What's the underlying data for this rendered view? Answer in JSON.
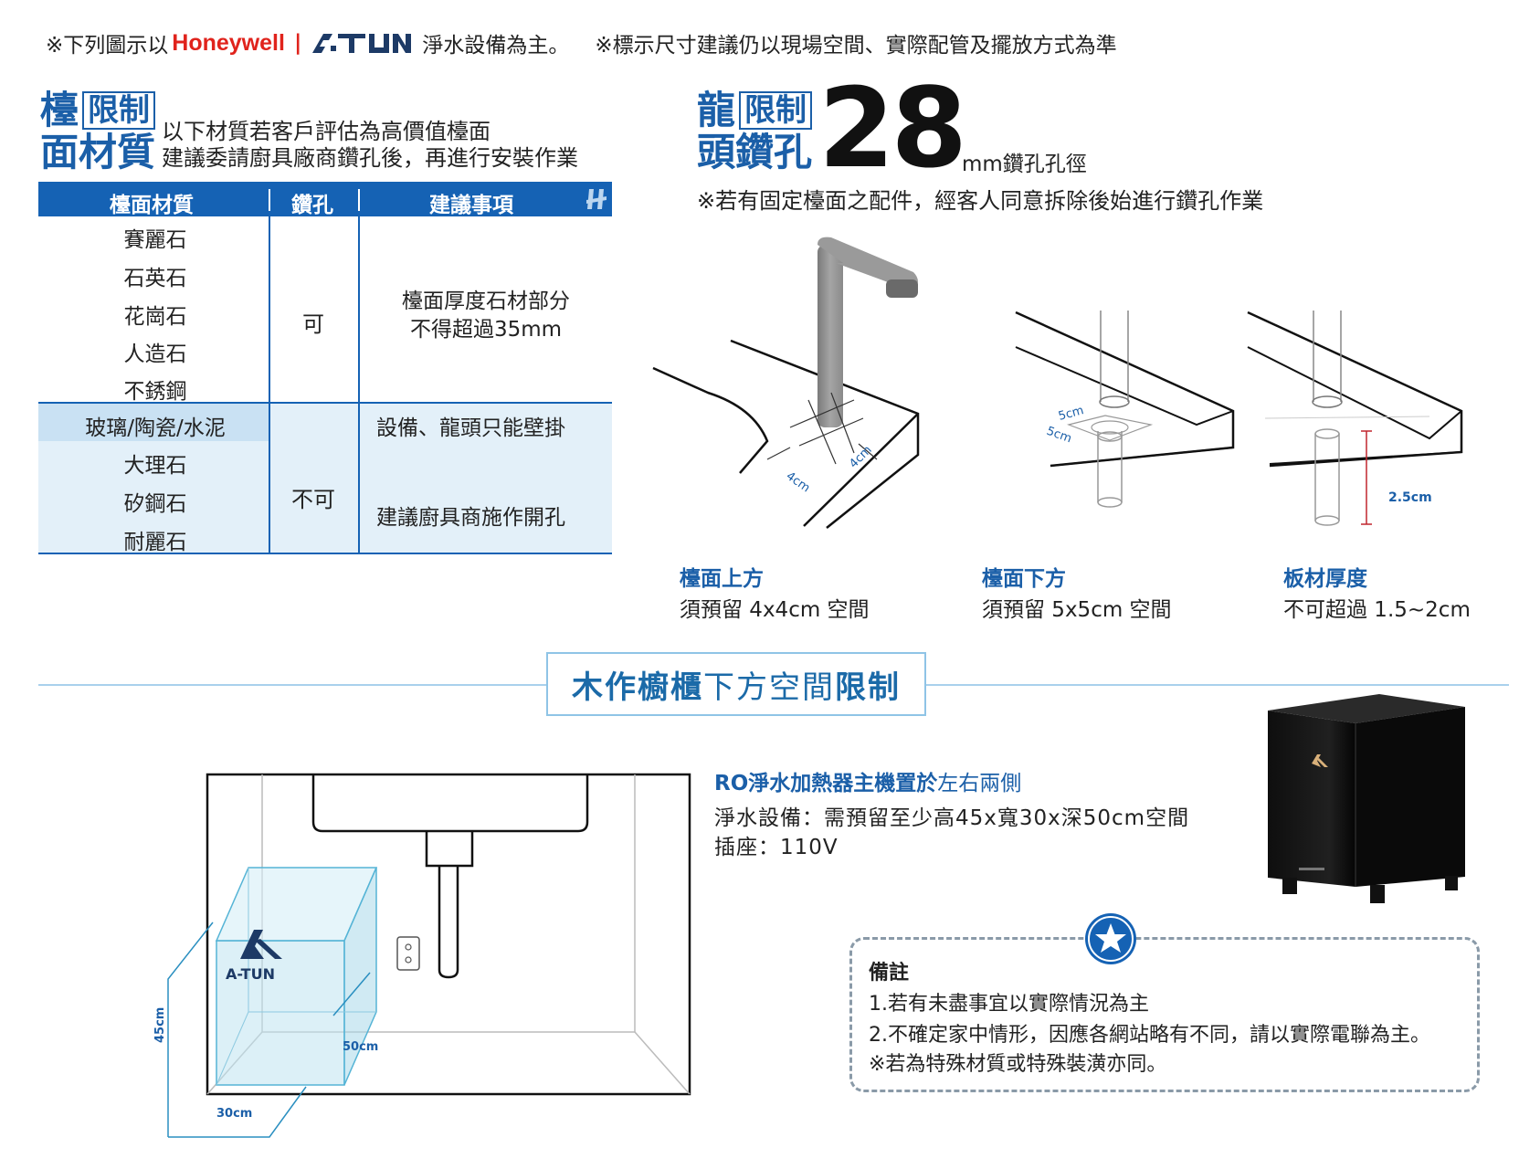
{
  "header": {
    "prefix": "※下列圖示以",
    "brand1": "Honeywell",
    "divider": "|",
    "brand2_logo": "A-TUN",
    "middle": "淨水設備為主。",
    "note": "※標示尺寸建議仍以現場空間、實際配管及擺放方式為準"
  },
  "counter": {
    "title_char1": "檯",
    "boxed": "限制",
    "title_line2": "面材質",
    "desc1": "以下材質若客戶評估為高價值檯面",
    "desc2": "建議委請廚具廠商鑽孔後，再進行安裝作業",
    "table": {
      "headers": [
        "檯面材質",
        "鑽孔",
        "建議事項"
      ],
      "group1": {
        "materials": [
          "賽麗石",
          "石英石",
          "花崗石",
          "人造石",
          "不銹鋼"
        ],
        "drill": "可",
        "advice1": "檯面厚度石材部分",
        "advice2": "不得超過35mm"
      },
      "group2": {
        "materials": [
          "玻璃/陶瓷/水泥",
          "大理石",
          "矽鋼石",
          "耐麗石"
        ],
        "drill": "不可",
        "advice1": "設備、龍頭只能壁掛",
        "advice2": "建議廚具商施作開孔"
      }
    }
  },
  "faucet": {
    "title_line1": "龍",
    "boxed": "限制",
    "title_line2": "頭鑽孔",
    "number": "28",
    "unit": "mm鑽孔孔徑",
    "note": "※若有固定檯面之配件，經客人同意拆除後始進行鑽孔作業",
    "dim_above_a": "4cm",
    "dim_above_b": "4cm",
    "dim_below_a": "5cm",
    "dim_below_b": "5cm",
    "dim_thick": "2.5cm",
    "captions": [
      {
        "title": "檯面上方",
        "text": "須預留 4x4cm 空間"
      },
      {
        "title": "檯面下方",
        "text": "須預留 5x5cm 空間"
      },
      {
        "title": "板材厚度",
        "text": "不可超過 1.5~2cm"
      }
    ]
  },
  "cabinet": {
    "section_bold1": "木作櫥櫃",
    "section_light": "下方空間",
    "section_bold2": "限制",
    "ro_bold": "RO淨水加熱器主機置於",
    "ro_light": "左右兩側",
    "line1": "淨水設備：需預留至少高45x寬30x深50cm空間",
    "line2": "插座：110V",
    "dim_height": "45cm",
    "dim_depth": "50cm",
    "dim_width": "30cm",
    "logo_text": "A-TUN"
  },
  "note": {
    "title": "備註",
    "lines": [
      "1.若有未盡事宜以實際情況為主",
      "2.不確定家中情形，因應各網站略有不同，請以實際電聯為主。",
      "※若為特殊材質或特殊裝潢亦同。"
    ]
  },
  "colors": {
    "brand_blue": "#1b5fa8",
    "table_blue": "#1562b4",
    "light_blue_bg": "#e3f0f9",
    "honeywell_red": "#e0231c"
  }
}
